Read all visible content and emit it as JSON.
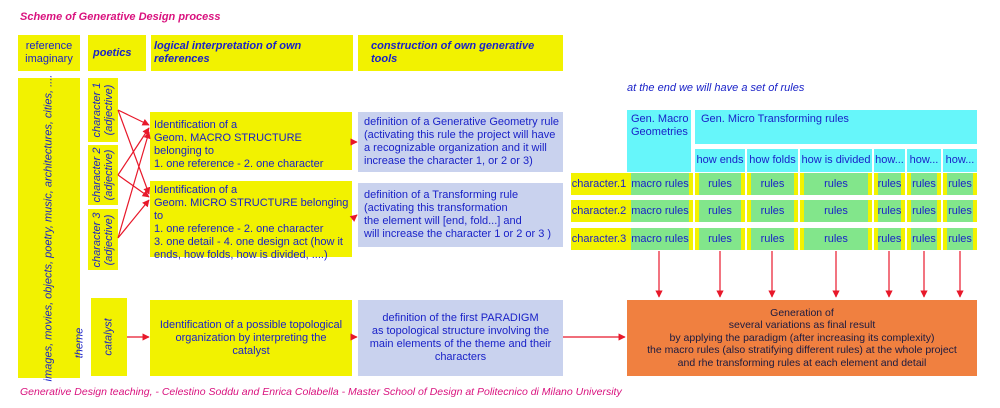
{
  "title": "Scheme of Generative Design process",
  "footer": "Generative Design teaching, - Celestino Soddu and Enrica Colabella - Master School of Design at Politecnico di Milano University",
  "headers": {
    "reference": "reference imaginary",
    "poetics": "poetics",
    "logical": "logical interpretation of own references",
    "construction": "construction of own generative tools"
  },
  "left_column": "images, movies, objects, poetry, music, architectures, cities, ....",
  "theme": "theme",
  "characters": [
    "character 1 (adjective)",
    "character 2 (adjective)",
    "character 3 (adjective)"
  ],
  "catalyst": "catalyst",
  "identification_macro": [
    "Identification of a",
    "Geom. MACRO STRUCTURE belonging to",
    "1. one reference - 2. one character"
  ],
  "identification_micro": [
    "Identification of a",
    "Geom. MICRO STRUCTURE belonging to",
    "1. one reference - 2. one character",
    "3. one detail - 4. one design act (how it",
    "ends, how folds, how is divided, ....)"
  ],
  "identification_topo": [
    "Identification of a possible topological",
    "organization by interpreting the",
    "catalyst"
  ],
  "def_geometry": [
    "definition of a Generative Geometry rule",
    "(activating this rule the project will have",
    "a recognizable organization and it will",
    "increase the character 1, or 2 or 3)"
  ],
  "def_transform": [
    "definition of a Transforming rule",
    "(activating this transformation",
    "the element will [end, fold...] and",
    "will increase the character 1 or 2 or 3    )"
  ],
  "def_paradigm": [
    "definition of the first PARADIGM",
    "as topological structure involving the",
    "main elements of the theme and their",
    "characters"
  ],
  "rules_caption": "at the end we will have a set of rules",
  "table": {
    "macro_header": "Gen. Macro Geometries",
    "micro_header": "Gen. Micro Transforming rules",
    "sub_headers": [
      "how ends",
      "how folds",
      "how is divided",
      "how...",
      "how...",
      "how..."
    ],
    "row_labels": [
      "character.1",
      "character.2",
      "character.3"
    ],
    "macro_cell": "macro rules",
    "rule_cell": "rules"
  },
  "generation": [
    "Generation of",
    "several variations as final result",
    "by applying the paradigm (after increasing its complexity)",
    "the macro rules (also stratifying different rules) at the whole project",
    "and rhe transforming rules at each element and detail"
  ],
  "colors": {
    "yellow": "#f2f200",
    "lavender": "#c9d2ee",
    "cyan": "#66f6fa",
    "green": "#82e68b",
    "orange": "#f08040",
    "text_blue": "#1a22c8",
    "title_pink": "#d9127e",
    "arrow_red": "#e8182a"
  }
}
